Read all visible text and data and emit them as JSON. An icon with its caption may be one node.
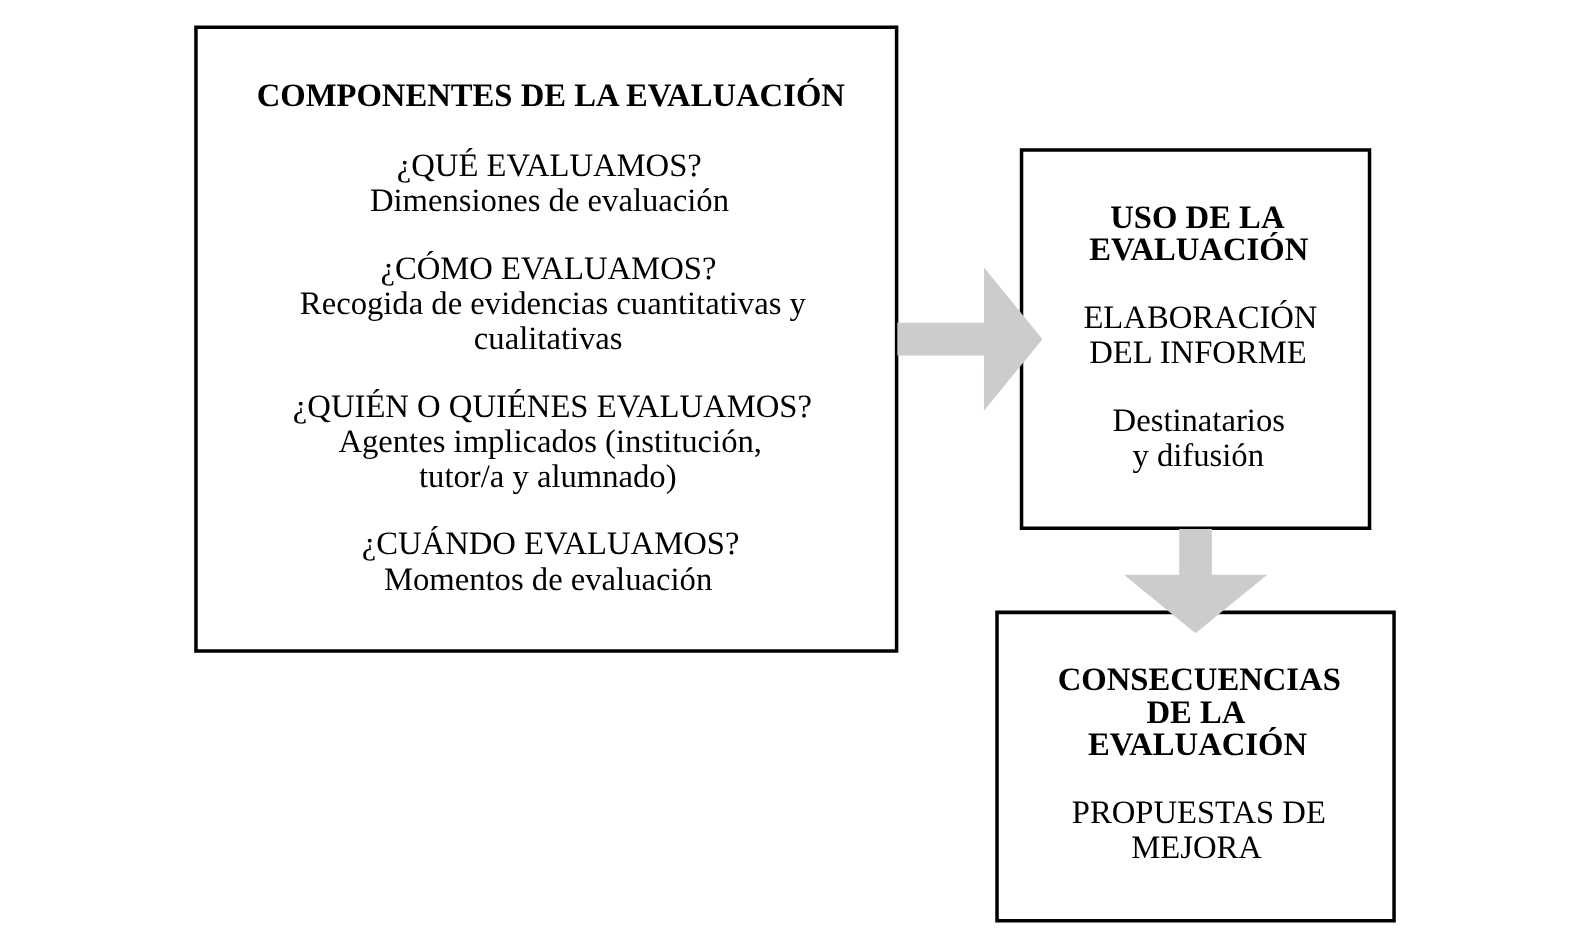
{
  "diagram": {
    "nodes": [
      {
        "text": [
          "COMPONENTES DE LA EVALUACIÓN",
          "¿QUÉ EVALUAMOS? Dimensiones de evaluación",
          "¿CÓMO EVALUAMOS? Recogida de evidencias cuantitativas y cualitativas",
          "¿QUIÉN O QUIÉNES EVALUAMOS? Agentes implicados (institución, tutor/a y alumnado)",
          "¿CUÁNDO EVALUAMOS? Momentos de evaluación"
        ]
      },
      {
        "text": [
          "USO DE LA EVALUACIÓN",
          "ELABORACIÓN DEL INFORME",
          "Destinatarios y difusión"
        ]
      },
      {
        "text": [
          "CONSECUENCIAS DE LA EVALUACIÓN",
          "PROPUESTAS DE MEJORA"
        ]
      }
    ],
    "edges": [
      {
        "from": 0,
        "to": 1,
        "arrow": "to"
      },
      {
        "from": 1,
        "to": 2,
        "arrow": "to"
      }
    ]
  }
}
